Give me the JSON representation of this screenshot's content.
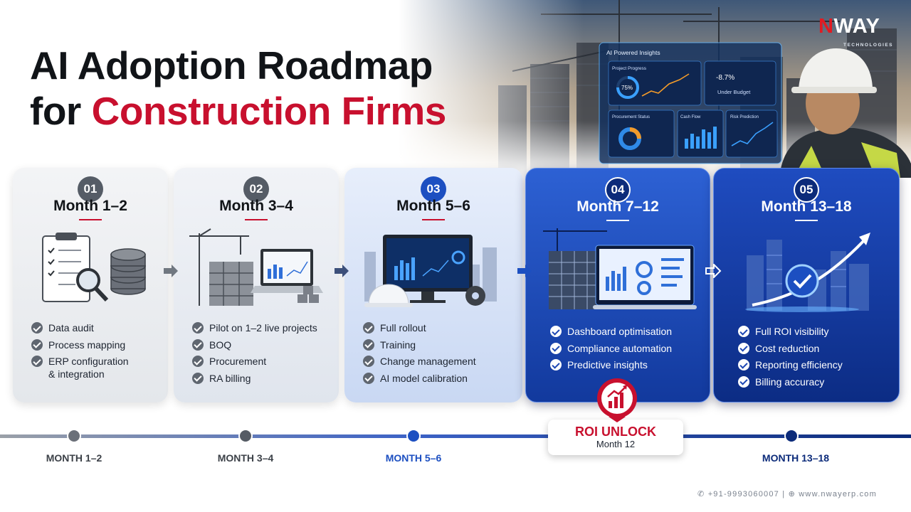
{
  "title": {
    "line1": "AI Adoption Roadmap",
    "line2_pre": "for ",
    "line2_red": "Construction Firms"
  },
  "logo": {
    "brand_n": "N",
    "brand_rest": "WAY",
    "sub": "TECHNOLOGIES"
  },
  "dashboard": {
    "title": "AI Powered Insights",
    "project_progress": "Project Progress",
    "progress_value": "75%",
    "budget_delta": "-8.7%",
    "budget_status": "Under Budget",
    "procurement": "Procurement Status",
    "cash_flow": "Cash Flow",
    "risk": "Risk Prediction"
  },
  "phases": [
    {
      "num": "01",
      "month": "Month 1–2",
      "items": [
        "Data audit",
        "Process mapping",
        "ERP configuration",
        "& integration"
      ]
    },
    {
      "num": "02",
      "month": "Month 3–4",
      "items": [
        "Pilot on 1–2 live projects",
        "BOQ",
        "Procurement",
        "RA billing"
      ]
    },
    {
      "num": "03",
      "month": "Month 5–6",
      "items": [
        "Full rollout",
        "Training",
        "Change management",
        "AI model calibration"
      ]
    },
    {
      "num": "04",
      "month": "Month 7–12",
      "items": [
        "Dashboard optimisation",
        "Compliance automation",
        "Predictive insights"
      ]
    },
    {
      "num": "05",
      "month": "Month 13–18",
      "items": [
        "Full ROI visibility",
        "Cost reduction",
        "Reporting efficiency",
        "Billing accuracy"
      ]
    }
  ],
  "timeline": {
    "labels": [
      "MONTH 1–2",
      "MONTH 3–4",
      "MONTH 5–6",
      "MONTH 13–18"
    ],
    "roi_title": "ROI UNLOCK",
    "roi_sub": "Month 12"
  },
  "contact": {
    "phone": "+91-9993060007",
    "web": "www.nwayerp.com"
  },
  "colors": {
    "accent_red": "#c8102e",
    "primary_blue": "#1c4fc1",
    "navy": "#0c2b7a"
  }
}
